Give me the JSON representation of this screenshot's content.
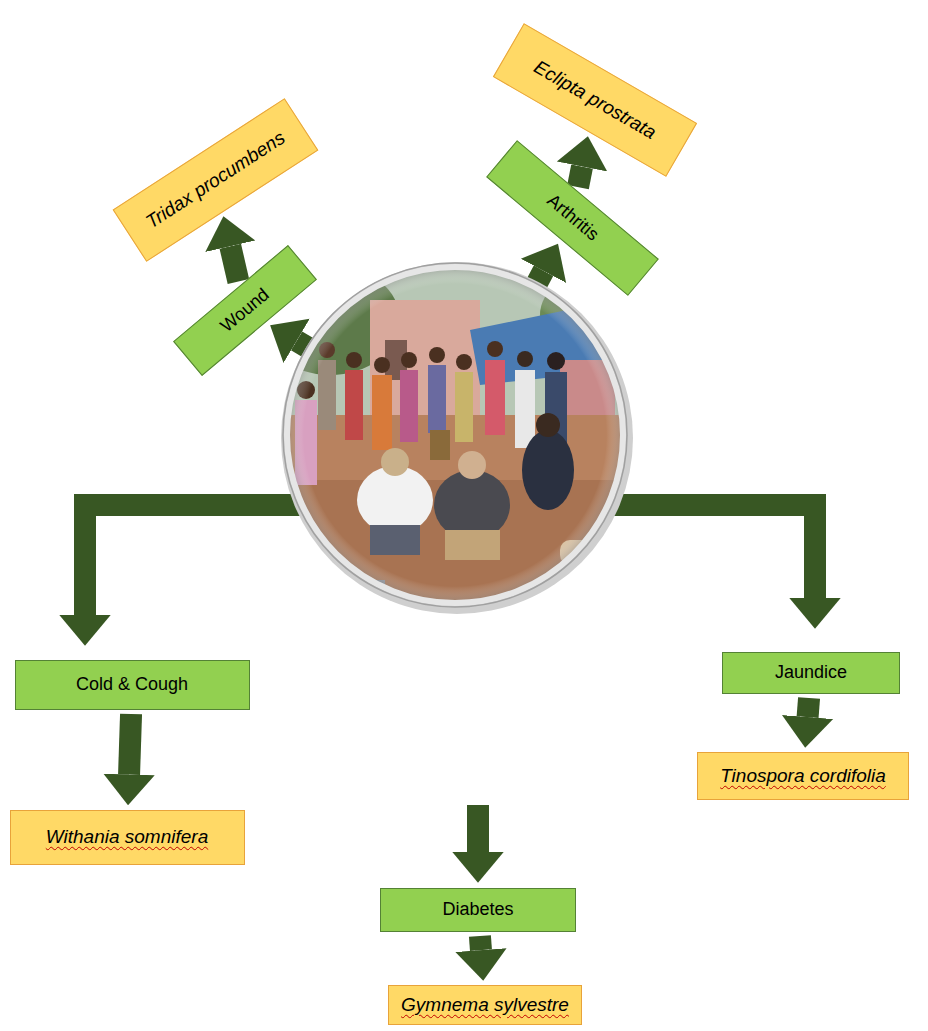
{
  "diagram": {
    "nodes": [
      {
        "text": [
          "Tridax procumbens"
        ]
      },
      {
        "text": [
          "Eclipta prostrata"
        ]
      },
      {
        "text": [
          "Wound"
        ]
      },
      {
        "text": [
          "Arthritis"
        ]
      },
      {
        "text": [
          "Cold & Cough"
        ]
      },
      {
        "text": [
          "Jaundice"
        ]
      },
      {
        "text": [
          "Tinospora cordifolia"
        ]
      },
      {
        "text": [
          "Withania somnifera"
        ]
      },
      {
        "text": [
          "Diabetes"
        ]
      },
      {
        "text": [
          "Gymnema sylvestre"
        ]
      }
    ],
    "edges": [
      {
        "from": 2,
        "to": 0,
        "arrow": "to"
      },
      {
        "from": 3,
        "to": 1,
        "arrow": "to"
      },
      {
        "from": 4,
        "to": 7,
        "arrow": "to"
      },
      {
        "from": 5,
        "to": 6,
        "arrow": "to"
      },
      {
        "from": 8,
        "to": 9,
        "arrow": "to"
      }
    ]
  }
}
